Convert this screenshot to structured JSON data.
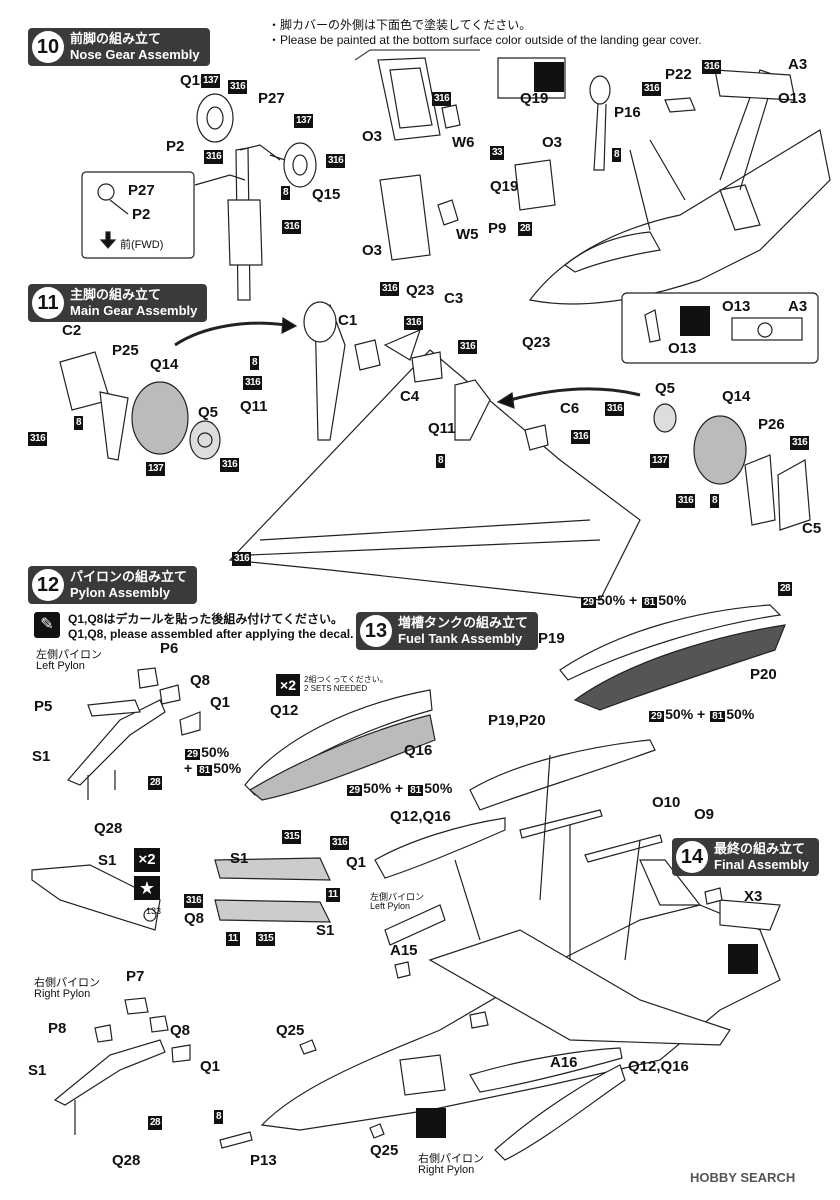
{
  "top_note": {
    "line1": "・脚カバーの外側は下面色で塗装してください。",
    "line2": "・Please be painted at the bottom surface color outside of the landing gear cover."
  },
  "steps": {
    "s10": {
      "num": "10",
      "jp": "前脚の組み立て",
      "en": "Nose Gear Assembly"
    },
    "s11": {
      "num": "11",
      "jp": "主脚の組み立て",
      "en": "Main Gear Assembly"
    },
    "s12": {
      "num": "12",
      "jp": "パイロンの組み立て",
      "en": "Pylon Assembly"
    },
    "s13": {
      "num": "13",
      "jp": "増槽タンクの組み立て",
      "en": "Fuel Tank Assembly"
    },
    "s14": {
      "num": "14",
      "jp": "最終の組み立て",
      "en": "Final Assembly"
    }
  },
  "pylon_note": {
    "jp": "Q1,Q8はデカールを貼った後組み付けてください。",
    "en": "Q1,Q8, please assembled after applying the decal."
  },
  "labels": {
    "left_pylon_jp": "左側パイロン",
    "left_pylon_en": "Left Pylon",
    "right_pylon_jp": "右側パイロン",
    "right_pylon_en": "Right Pylon",
    "left_pylon_small_jp": "左側パイロン",
    "left_pylon_small_en": "Left Pylon",
    "right_pylon_small_jp": "右側パイロン",
    "right_pylon_small_en": "Right Pylon",
    "fwd": "前(FWD)",
    "x2_note_jp": "2組つくってください。",
    "x2_note_en": "2 SETS NEEDED",
    "x2": "×2",
    "x2b": "×2",
    "star": "★",
    "watermark": "HOBBY SEARCH"
  },
  "mix": {
    "a_code1": "29",
    "a_pct1": "50%",
    "a_code2": "81",
    "a_pct2": "50%",
    "b_code1": "29",
    "b_pct1": "50%",
    "b_code2": "81",
    "b_pct2": "50%",
    "c_code1": "29",
    "c_pct1": "50%",
    "c_code2": "81",
    "c_pct2": "50%",
    "d_code1": "29",
    "d_pct1": "50%",
    "d_code2": "81",
    "d_pct2": "50%"
  },
  "parts": {
    "q15a": "Q15",
    "c137a": "137",
    "c316a": "316",
    "p27": "P27",
    "p2": "P2",
    "c316b": "316",
    "c137b": "137",
    "c316c": "316",
    "c8a": "8",
    "q15b": "Q15",
    "c316d": "316",
    "p27b": "P27",
    "p2b": "P2",
    "o3a": "O3",
    "w6": "W6",
    "c316e": "316",
    "c33": "33",
    "q19a": "Q19",
    "o3b": "O3",
    "p9": "P9",
    "c28a": "28",
    "o3c": "O3",
    "w5": "W5",
    "q19b": "Q19",
    "p22": "P22",
    "c316f": "316",
    "a3": "A3",
    "c316g": "316",
    "p16": "P16",
    "o13": "O13",
    "c8b": "8",
    "o13b": "O13",
    "a3b": "A3",
    "o13c": "O13",
    "c2": "C2",
    "p25": "P25",
    "q14a": "Q14",
    "c8c": "8",
    "q5a": "Q5",
    "c316h": "316",
    "c137c": "137",
    "c316i": "316",
    "c316j": "316",
    "q23a": "Q23",
    "c3": "C3",
    "c1": "C1",
    "c316k": "316",
    "c8d": "8",
    "c316l": "316",
    "q11a": "Q11",
    "c316m": "316",
    "q23b": "Q23",
    "c4": "C4",
    "q11b": "Q11",
    "c8e": "8",
    "c6": "C6",
    "c316n": "316",
    "q5b": "Q5",
    "q14b": "Q14",
    "c316o": "316",
    "p26": "P26",
    "c316p": "316",
    "c137d": "137",
    "c316q": "316",
    "c8f": "8",
    "c5": "C5",
    "c316r": "316",
    "p6": "P6",
    "q8a": "Q8",
    "p5": "P5",
    "q1a": "Q1",
    "s1a": "S1",
    "c28b": "28",
    "q28a": "Q28",
    "s1b": "S1",
    "c133": "133",
    "c315a": "315",
    "c316s": "316",
    "s1c": "S1",
    "q1b": "Q1",
    "c11a": "11",
    "c316t": "316",
    "q8b": "Q8",
    "c11b": "11",
    "c315b": "315",
    "s1d": "S1",
    "p7": "P7",
    "p8": "P8",
    "q8c": "Q8",
    "s1e": "S1",
    "q1c": "Q1",
    "c28c": "28",
    "q28b": "Q28",
    "q12a": "Q12",
    "q16a": "Q16",
    "c28d": "28",
    "p19": "P19",
    "p20": "P20",
    "p19p20": "P19,P20",
    "q12q16a": "Q12,Q16",
    "o10": "O10",
    "o9": "O9",
    "x3": "X3",
    "a15": "A15",
    "q25a": "Q25",
    "a16": "A16",
    "q12q16b": "Q12,Q16",
    "c8g": "8",
    "p13": "P13",
    "q25b": "Q25"
  }
}
